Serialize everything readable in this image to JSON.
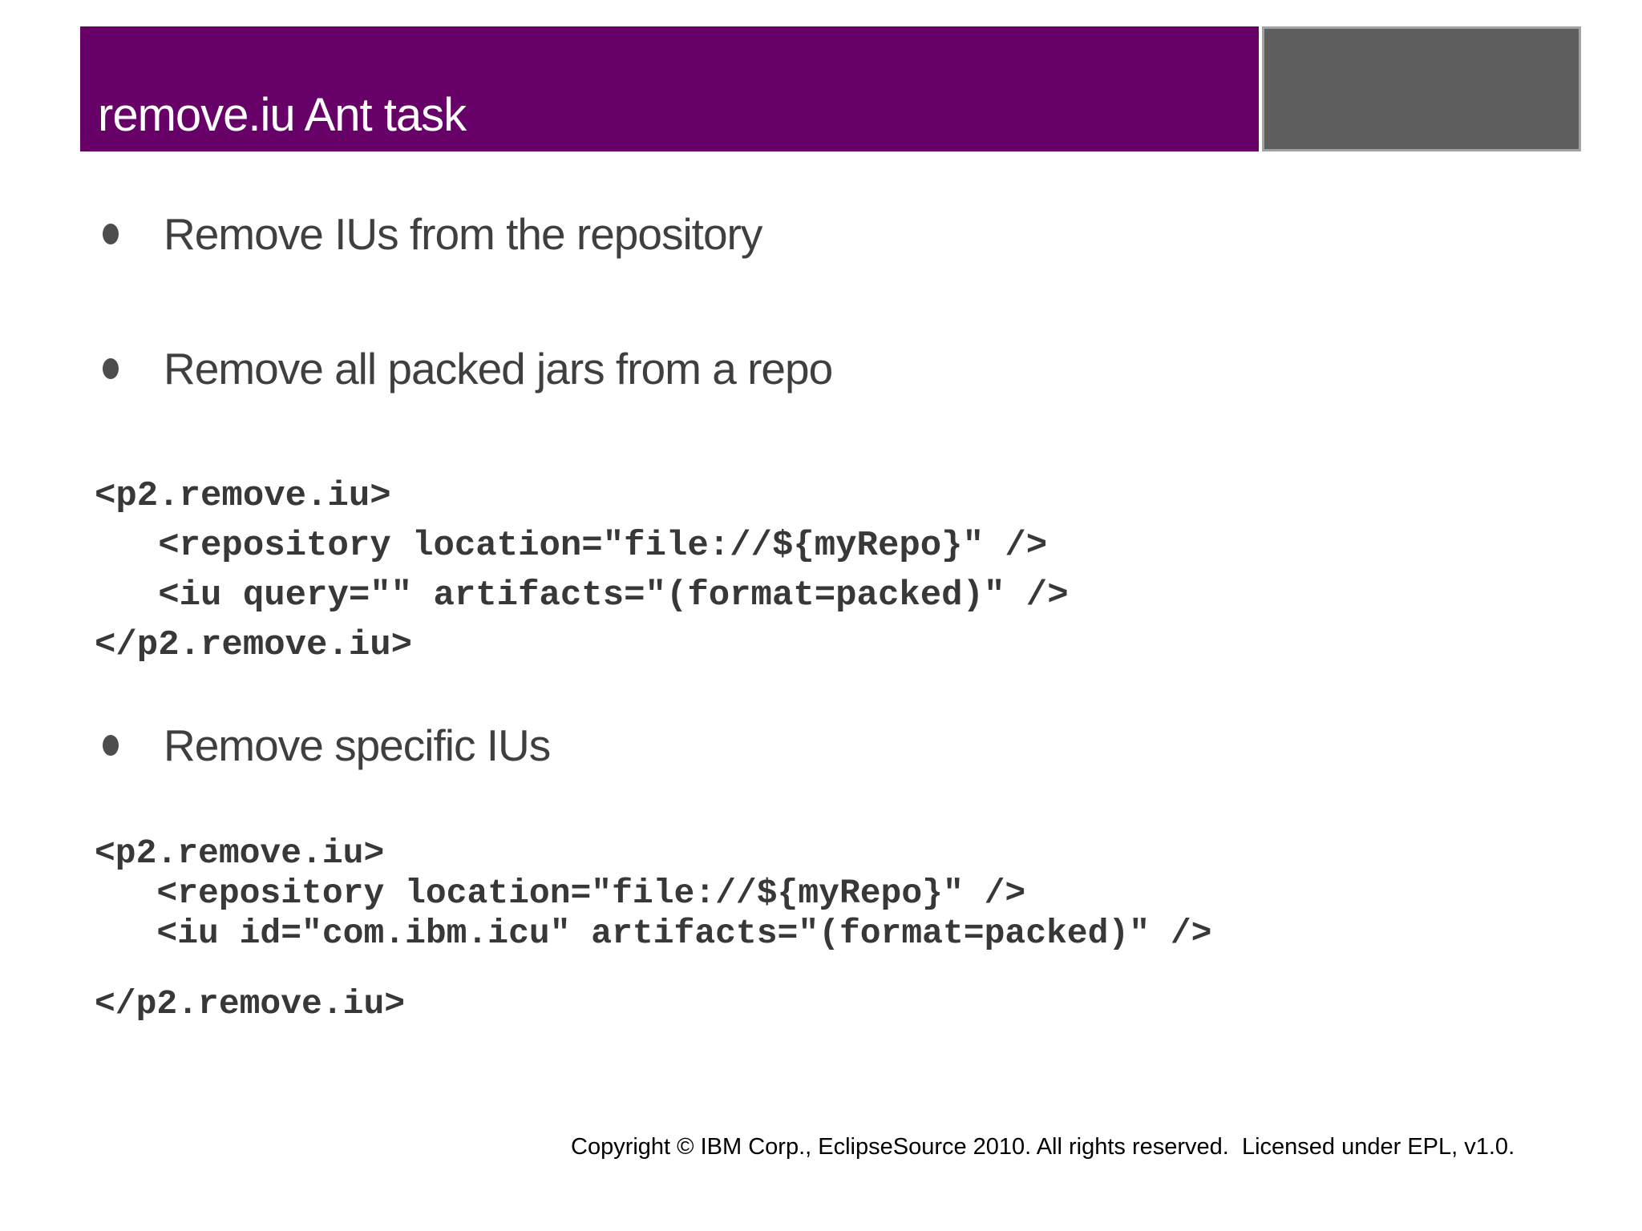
{
  "slide": {
    "title": "remove.iu Ant task",
    "bullets": [
      "Remove IUs from the repository",
      "Remove all packed jars from a repo",
      "Remove specific IUs"
    ],
    "code_blocks": [
      {
        "lines": [
          "<p2.remove.iu>",
          "   <repository location=\"file://${myRepo}\" />",
          "   <iu query=\"\" artifacts=\"(format=packed)\" />",
          "</p2.remove.iu>"
        ]
      },
      {
        "lines": [
          "<p2.remove.iu>",
          "   <repository location=\"file://${myRepo}\" />",
          "   <iu id=\"com.ibm.icu\" artifacts=\"(format=packed)\" />",
          "",
          "</p2.remove.iu>"
        ]
      }
    ],
    "footer": "Copyright © IBM Corp., EclipseSource 2010. All rights reserved.  Licensed under EPL, v1.0.",
    "colors": {
      "header_bar": "#670067",
      "header_block": "#5e5e5e",
      "header_block_border": "#a2a2a2",
      "title_text": "#ffffff",
      "body_text": "#3f3f3f",
      "code_text": "#383838",
      "footer_text": "#000000"
    }
  }
}
